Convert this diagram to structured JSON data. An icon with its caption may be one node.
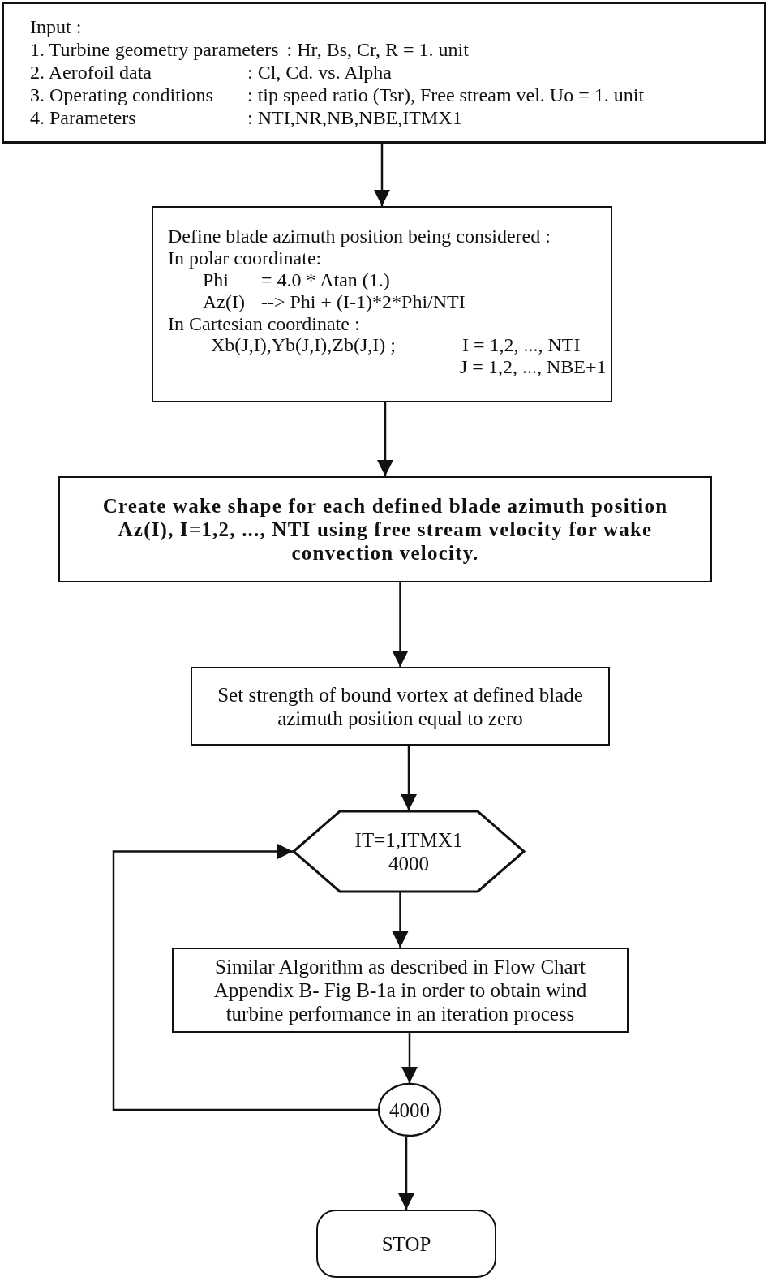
{
  "diagram": {
    "nodes": [
      {
        "text": [
          "Input :",
          "1. Turbine geometry parameters",
          ": Hr, Bs, Cr, R = 1. unit",
          "2. Aerofoil data",
          ": Cl, Cd. vs. Alpha",
          "3. Operating conditions",
          ": tip speed ratio (Tsr), Free stream vel. Uo = 1. unit",
          "4. Parameters",
          ": NTI,NR,NB,NBE,ITMX1"
        ]
      },
      {
        "text": [
          "Define blade azimuth position being considered :",
          "In polar coordinate:",
          "Phi",
          "= 4.0 * Atan (1.)",
          "Az(I)",
          "--> Phi + (I-1)*2*Phi/NTI",
          "In Cartesian coordinate :",
          "Xb(J,I),Yb(J,I),Zb(J,I) ;",
          "I = 1,2, ..., NTI",
          "J = 1,2, ..., NBE+1"
        ]
      },
      {
        "text": [
          "Create wake shape for each defined blade azimuth position Az(I), I=1,2, ..., NTI using free stream velocity for wake convection velocity."
        ]
      },
      {
        "text": [
          "Set strength of bound vortex at defined blade azimuth position equal to zero"
        ]
      },
      {
        "text": [
          "IT=1,ITMX1 4000"
        ]
      },
      {
        "text": [
          "Similar Algorithm as described in Flow Chart Appendix B- Fig B-1a in order to obtain wind turbine performance in an iteration process"
        ]
      },
      {
        "text": [
          "4000"
        ]
      },
      {
        "text": [
          "STOP"
        ]
      }
    ],
    "edges": [
      {
        "from": 0,
        "to": 1,
        "arrow": "to"
      },
      {
        "from": 1,
        "to": 2,
        "arrow": "to"
      },
      {
        "from": 2,
        "to": 3,
        "arrow": "to"
      },
      {
        "from": 3,
        "to": 4,
        "arrow": "to"
      },
      {
        "from": 4,
        "to": 5,
        "arrow": "to"
      },
      {
        "from": 5,
        "to": 6,
        "arrow": "to"
      },
      {
        "from": 6,
        "to": 4,
        "arrow": "to"
      },
      {
        "from": 6,
        "to": 7,
        "arrow": "to"
      }
    ]
  }
}
